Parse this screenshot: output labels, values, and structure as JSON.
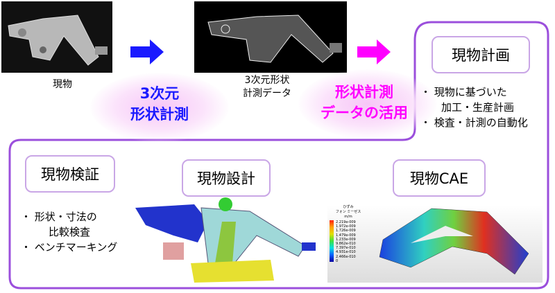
{
  "photo_caption": "現物",
  "scan_caption": [
    "3次元形状",
    "計測データ"
  ],
  "step1": [
    "3次元",
    "形状計測"
  ],
  "step2": [
    "形状計測",
    "データの活用"
  ],
  "plan": {
    "title": "現物計画",
    "bullets": [
      "現物に基づいた",
      "加工・生産計画",
      "検査・計測の自動化"
    ]
  },
  "verify": {
    "title": "現物検証",
    "bullets": [
      "形状・寸法の",
      "比較検査",
      "ベンチマーキング"
    ]
  },
  "design": {
    "title": "現物設計"
  },
  "cae": {
    "title": "現物CAE",
    "legend": {
      "title1": "ひずみ",
      "title2": "フォン ミーゼス",
      "unit": "m/m",
      "values": [
        "2.219e-009",
        "1.972e-009",
        "1.726e-009",
        "1.479e-009",
        "1.233e-009",
        "9.862e-010",
        "7.397e-010",
        "4.931e-010",
        "2.466e-010",
        "0"
      ]
    }
  },
  "colors": {
    "blue": "#1a1aff",
    "magenta": "#ff00ff",
    "outline": "#9b4fdc"
  }
}
